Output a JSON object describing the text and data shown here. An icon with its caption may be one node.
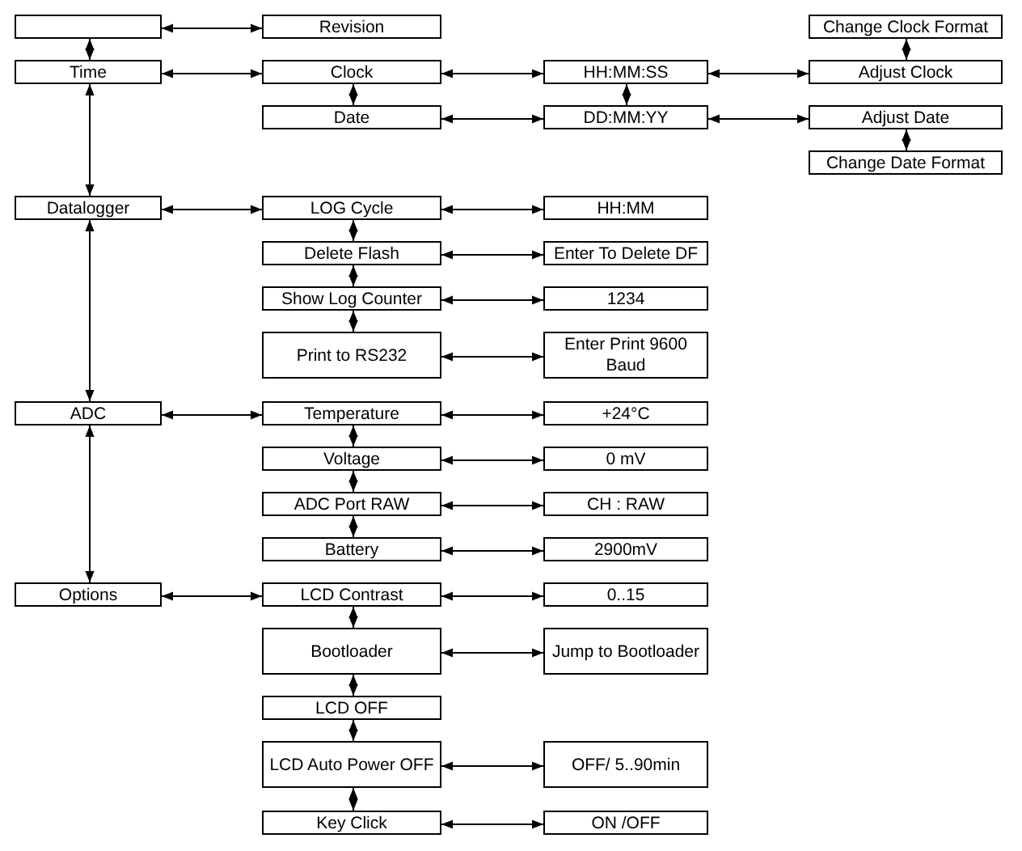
{
  "diagram": {
    "nodes": [
      {
        "text": [],
        "shape": "box"
      },
      {
        "text": [
          "Revision"
        ]
      },
      {
        "text": [
          "Change Clock Format"
        ]
      },
      {
        "text": [
          "Time"
        ]
      },
      {
        "text": [
          "Clock"
        ]
      },
      {
        "text": [
          "HH:MM:SS"
        ]
      },
      {
        "text": [
          "Adjust Clock"
        ]
      },
      {
        "text": [
          "Date"
        ]
      },
      {
        "text": [
          "DD:MM:YY"
        ]
      },
      {
        "text": [
          "Adjust Date"
        ]
      },
      {
        "text": [
          "Change Date Format"
        ]
      },
      {
        "text": [
          "Datalogger"
        ]
      },
      {
        "text": [
          "LOG Cycle"
        ]
      },
      {
        "text": [
          "HH:MM"
        ]
      },
      {
        "text": [
          "Delete Flash"
        ]
      },
      {
        "text": [
          "Enter To Delete DF"
        ]
      },
      {
        "text": [
          "Show Log Counter"
        ]
      },
      {
        "text": [
          "1234"
        ]
      },
      {
        "text": [
          "Print to RS232"
        ]
      },
      {
        "text": [
          "Enter Print 9600 Baud"
        ]
      },
      {
        "text": [
          "ADC"
        ]
      },
      {
        "text": [
          "Temperature"
        ]
      },
      {
        "text": [
          "+24°C"
        ]
      },
      {
        "text": [
          "Voltage"
        ]
      },
      {
        "text": [
          "0 mV"
        ]
      },
      {
        "text": [
          "ADC Port RAW"
        ]
      },
      {
        "text": [
          "CH : RAW"
        ]
      },
      {
        "text": [
          "Battery"
        ]
      },
      {
        "text": [
          "2900mV"
        ]
      },
      {
        "text": [
          "Options"
        ]
      },
      {
        "text": [
          "LCD Contrast"
        ]
      },
      {
        "text": [
          "0..15"
        ]
      },
      {
        "text": [
          "Bootloader"
        ]
      },
      {
        "text": [
          "Jump to Bootloader"
        ]
      },
      {
        "text": [
          "LCD OFF"
        ]
      },
      {
        "text": [
          "LCD Auto Power OFF"
        ]
      },
      {
        "text": [
          "OFF/ 5..90min"
        ]
      },
      {
        "text": [
          "Key Click"
        ]
      },
      {
        "text": [
          "ON /OFF"
        ]
      }
    ],
    "edges": [
      {
        "from": 0,
        "to": 1,
        "arrow": "both"
      },
      {
        "from": 0,
        "to": 3,
        "arrow": "both"
      },
      {
        "from": 2,
        "to": 6,
        "arrow": "both"
      },
      {
        "from": 3,
        "to": 4,
        "arrow": "both"
      },
      {
        "from": 4,
        "to": 5,
        "arrow": "both"
      },
      {
        "from": 5,
        "to": 6,
        "arrow": "both"
      },
      {
        "from": 4,
        "to": 7,
        "arrow": "both"
      },
      {
        "from": 5,
        "to": 8,
        "arrow": "both"
      },
      {
        "from": 7,
        "to": 8,
        "arrow": "both"
      },
      {
        "from": 8,
        "to": 9,
        "arrow": "both"
      },
      {
        "from": 9,
        "to": 10,
        "arrow": "both"
      },
      {
        "from": 3,
        "to": 11,
        "arrow": "both"
      },
      {
        "from": 11,
        "to": 12,
        "arrow": "both"
      },
      {
        "from": 12,
        "to": 13,
        "arrow": "both"
      },
      {
        "from": 12,
        "to": 14,
        "arrow": "both"
      },
      {
        "from": 14,
        "to": 15,
        "arrow": "both"
      },
      {
        "from": 14,
        "to": 16,
        "arrow": "both"
      },
      {
        "from": 16,
        "to": 17,
        "arrow": "both"
      },
      {
        "from": 16,
        "to": 18,
        "arrow": "both"
      },
      {
        "from": 18,
        "to": 19,
        "arrow": "both"
      },
      {
        "from": 11,
        "to": 20,
        "arrow": "both"
      },
      {
        "from": 20,
        "to": 21,
        "arrow": "both"
      },
      {
        "from": 21,
        "to": 22,
        "arrow": "both"
      },
      {
        "from": 21,
        "to": 23,
        "arrow": "both"
      },
      {
        "from": 23,
        "to": 24,
        "arrow": "both"
      },
      {
        "from": 23,
        "to": 25,
        "arrow": "both"
      },
      {
        "from": 25,
        "to": 26,
        "arrow": "both"
      },
      {
        "from": 25,
        "to": 27,
        "arrow": "both"
      },
      {
        "from": 27,
        "to": 28,
        "arrow": "both"
      },
      {
        "from": 20,
        "to": 29,
        "arrow": "both"
      },
      {
        "from": 29,
        "to": 30,
        "arrow": "both"
      },
      {
        "from": 30,
        "to": 31,
        "arrow": "both"
      },
      {
        "from": 30,
        "to": 32,
        "arrow": "both"
      },
      {
        "from": 32,
        "to": 33,
        "arrow": "both"
      },
      {
        "from": 32,
        "to": 34,
        "arrow": "both"
      },
      {
        "from": 34,
        "to": 35,
        "arrow": "both"
      },
      {
        "from": 35,
        "to": 36,
        "arrow": "both"
      },
      {
        "from": 35,
        "to": 37,
        "arrow": "both"
      },
      {
        "from": 37,
        "to": 38,
        "arrow": "both"
      }
    ]
  }
}
